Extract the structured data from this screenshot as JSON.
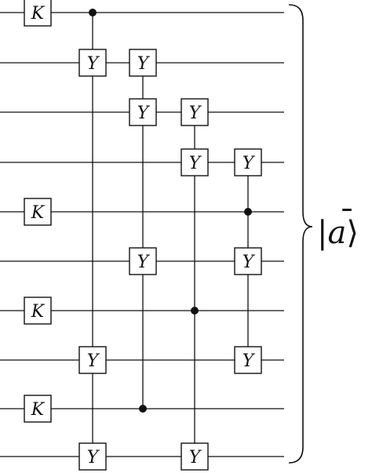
{
  "diagram": {
    "qubit_count": 10,
    "gate_labels": {
      "K": "K",
      "Y": "Y"
    },
    "k_gates": [
      0,
      4,
      6,
      8
    ],
    "columns": [
      {
        "control": 0,
        "targets": [
          1,
          7,
          9
        ]
      },
      {
        "control": 8,
        "targets": [
          1,
          2,
          5
        ]
      },
      {
        "control": 6,
        "targets": [
          2,
          3,
          9
        ]
      },
      {
        "control": 4,
        "targets": [
          3,
          5,
          7
        ]
      }
    ],
    "output_state": {
      "left": "|",
      "symbol": "a",
      "bar": "¯",
      "right": "⟩"
    }
  }
}
